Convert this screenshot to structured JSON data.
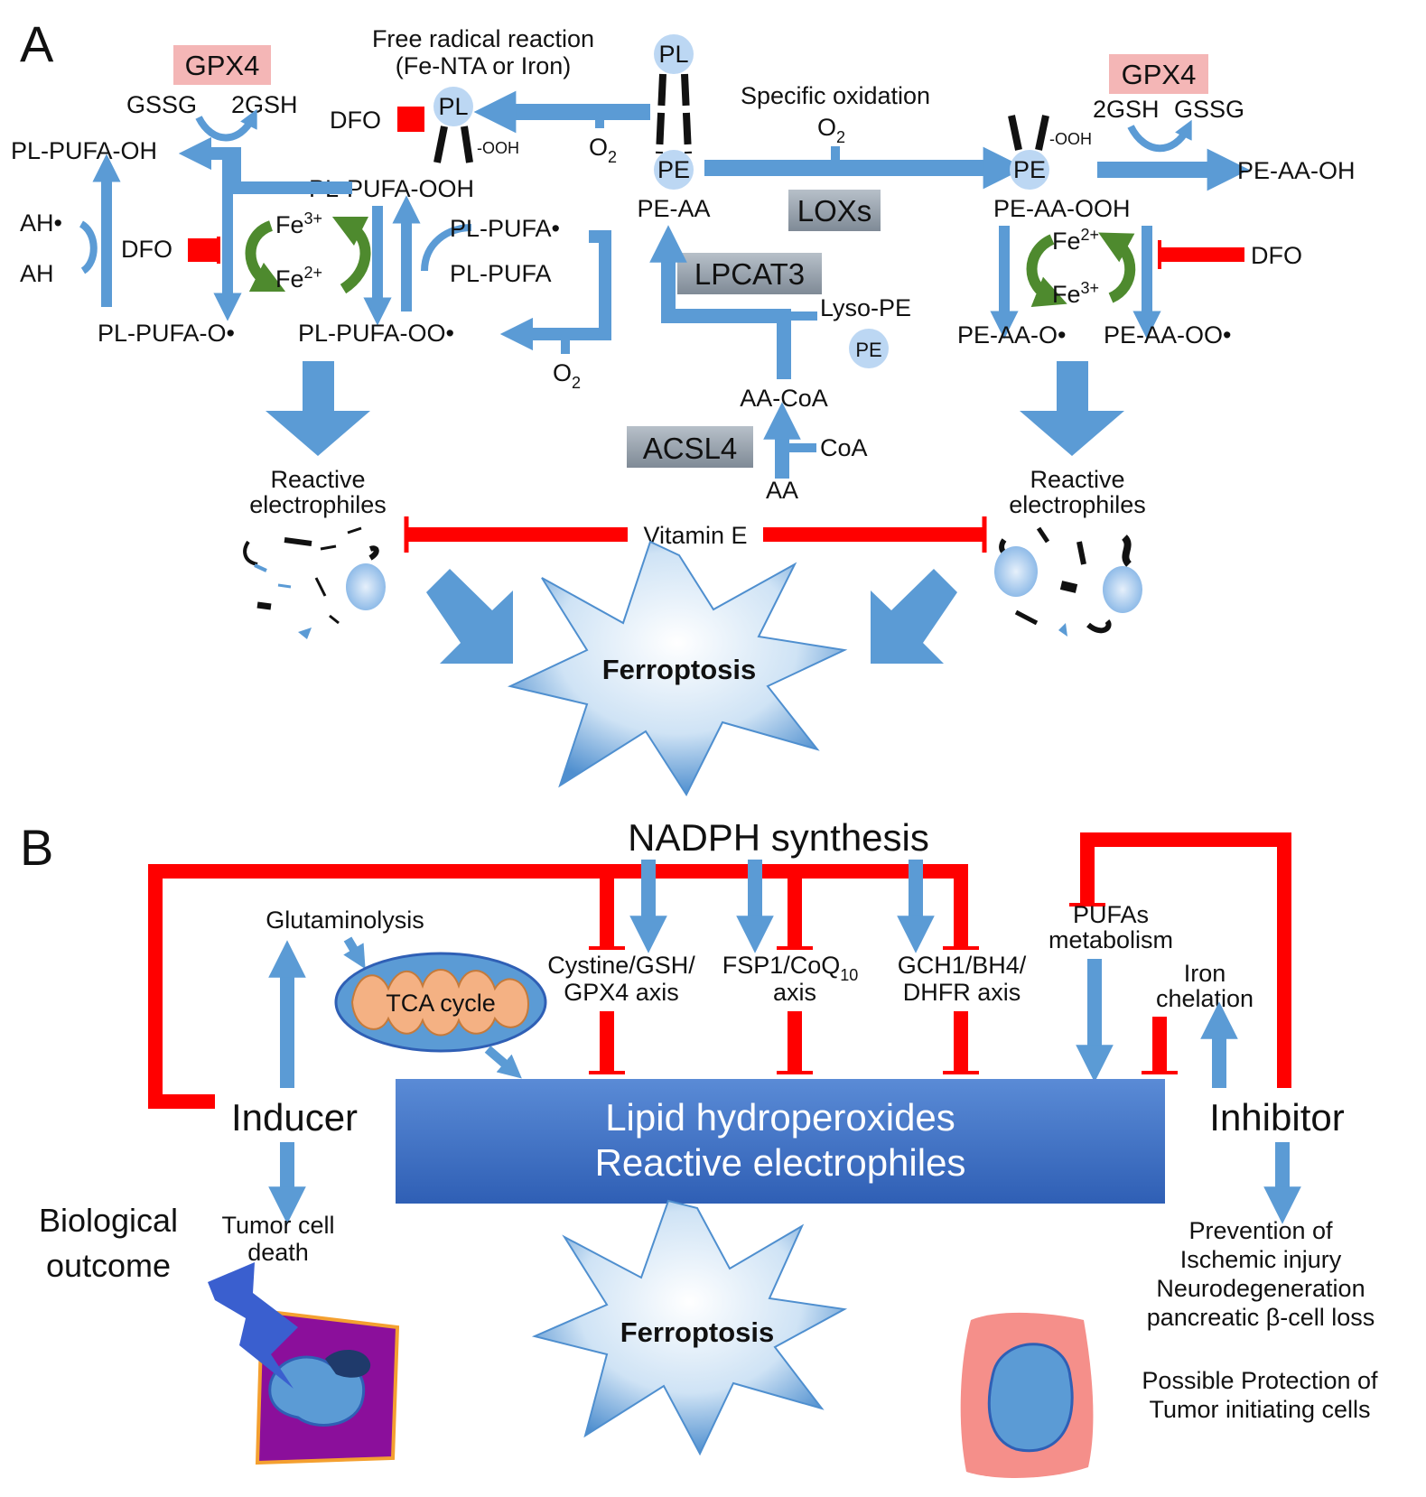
{
  "panel_a": {
    "letter": "A",
    "gpx4": "GPX4",
    "gssg": "GSSG",
    "two_gsh": "2GSH",
    "free_radical_line1": "Free radical reaction",
    "free_radical_line2": "(Fe-NTA or Iron)",
    "dfo": "DFO",
    "pl": "PL",
    "pe": "PE",
    "ooh": "-OOH",
    "o2": "O",
    "o2_sub": "2",
    "pl_pufa_oh": "PL-PUFA-OH",
    "pl_pufa_ooh": "PL-PUFA-OOH",
    "ah_radical": "AH•",
    "ah": "AH",
    "fe3": "Fe",
    "fe3_sup": "3+",
    "fe2": "Fe",
    "fe2_sup": "2+",
    "pl_pufa_radical": "PL-PUFA•",
    "pl_pufa": "PL-PUFA",
    "pl_pufa_o": "PL-PUFA-O•",
    "pl_pufa_oo": "PL-PUFA-OO•",
    "specific_oxidation": "Specific oxidation",
    "pe_aa": "PE-AA",
    "loxs": "LOXs",
    "lpcat3": "LPCAT3",
    "lyso_pe": "Lyso-PE",
    "aa_coa": "AA-CoA",
    "acsl4": "ACSL4",
    "coa": "CoA",
    "aa": "AA",
    "pe_aa_ooh": "PE-AA-OOH",
    "pe_aa_oh": "PE-AA-OH",
    "pe_aa_o": "PE-AA-O•",
    "pe_aa_oo": "PE-AA-OO•",
    "reactive_line1": "Reactive",
    "reactive_line2": "electrophiles",
    "vitamin_e": "Vitamin E",
    "ferroptosis": "Ferroptosis"
  },
  "panel_b": {
    "letter": "B",
    "nadph": "NADPH synthesis",
    "glutaminolysis": "Glutaminolysis",
    "tca": "TCA cycle",
    "cystine_line1": "Cystine/GSH/",
    "cystine_line2": "GPX4 axis",
    "fsp1_line1": "FSP1/CoQ",
    "fsp1_sub": "10",
    "fsp1_line2": "axis",
    "gch1_line1": "GCH1/BH4/",
    "gch1_line2": "DHFR axis",
    "pufas_line1": "PUFAs",
    "pufas_line2": "metabolism",
    "iron_line1": "Iron",
    "iron_line2": "chelation",
    "inducer": "Inducer",
    "inhibitor": "Inhibitor",
    "box_line1": "Lipid hydroperoxides",
    "box_line2": "Reactive electrophiles",
    "bio_line1": "Biological",
    "bio_line2": "outcome",
    "tumor_line1": "Tumor cell",
    "tumor_line2": "death",
    "prev_line1": "Prevention of",
    "prev_line2": "Ischemic injury",
    "prev_line3": "Neurodegeneration",
    "prev_line4": "pancreatic β-cell loss",
    "poss_line1": "Possible Protection of",
    "poss_line2": "Tumor initiating cells",
    "ferroptosis": "Ferroptosis"
  },
  "colors": {
    "arrow": "#5b9bd5",
    "inhibit": "#ff0000",
    "enzyme_red": "#f4b6b6",
    "enzyme_gray": "#9aa5b0",
    "box": "#4472c4",
    "iron_cycle": "#4e8a2e"
  }
}
